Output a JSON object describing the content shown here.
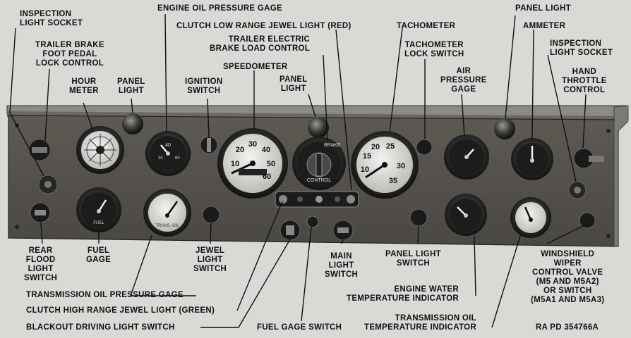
{
  "labels": {
    "inspection_socket_left": [
      "INSPECTION",
      "LIGHT SOCKET"
    ],
    "trailer_brake": [
      "TRAILER BRAKE",
      "FOOT PEDAL",
      "LOCK CONTROL"
    ],
    "hour_meter": [
      "HOUR",
      "METER"
    ],
    "panel_light_left": [
      "PANEL",
      "LIGHT"
    ],
    "engine_oil": "ENGINE OIL PRESSURE GAGE",
    "ignition": [
      "IGNITION",
      "SWITCH"
    ],
    "clutch_low": "CLUTCH LOW RANGE JEWEL LIGHT (RED)",
    "trailer_electric": [
      "TRAILER ELECTRIC",
      "BRAKE LOAD CONTROL"
    ],
    "speedometer": "SPEEDOMETER",
    "panel_light_center": [
      "PANEL",
      "LIGHT"
    ],
    "tachometer": "TACHOMETER",
    "tach_lock": [
      "TACHOMETER",
      "LOCK SWITCH"
    ],
    "panel_light_right": "PANEL LIGHT",
    "air_pressure": [
      "AIR",
      "PRESSURE",
      "GAGE"
    ],
    "ammeter": "AMMETER",
    "inspection_socket_right": [
      "INSPECTION",
      "LIGHT SOCKET"
    ],
    "hand_throttle": [
      "HAND",
      "THROTTLE",
      "CONTROL"
    ],
    "rear_flood": [
      "REAR",
      "FLOOD",
      "LIGHT",
      "SWITCH"
    ],
    "fuel_gage": [
      "FUEL",
      "GAGE"
    ],
    "jewel_light_switch": [
      "JEWEL",
      "LIGHT",
      "SWITCH"
    ],
    "main_light": [
      "MAIN",
      "LIGHT",
      "SWITCH"
    ],
    "panel_light_switch": [
      "PANEL LIGHT",
      "SWITCH"
    ],
    "windshield": [
      "WINDSHIELD",
      "WIPER",
      "CONTROL VALVE",
      "(M5 AND M5A2)",
      "OR SWITCH",
      "(M5A1 AND M5A3)"
    ],
    "trans_oil_pressure": "TRANSMISSION OIL PRESSURE GAGE",
    "clutch_high": "CLUTCH HIGH RANGE JEWEL LIGHT (GREEN)",
    "blackout": "BLACKOUT DRIVING LIGHT SWITCH",
    "fuel_switch": "FUEL GAGE SWITCH",
    "engine_water": [
      "ENGINE WATER",
      "TEMPERATURE INDICATOR"
    ],
    "trans_oil_temp": [
      "TRANSMISSION OIL",
      "TEMPERATURE INDICATOR"
    ],
    "ref": "RA PD 354766A"
  },
  "dials": {
    "speedometer": [
      "10",
      "20",
      "30",
      "40",
      "50",
      "60"
    ],
    "tachometer": [
      "10",
      "15",
      "20",
      "25",
      "30",
      "35"
    ],
    "control_label": "CONTROL",
    "brake_label": "BRAKE",
    "trans_oil_label": "TRANS. OIL",
    "fuel_label": "FUEL"
  }
}
